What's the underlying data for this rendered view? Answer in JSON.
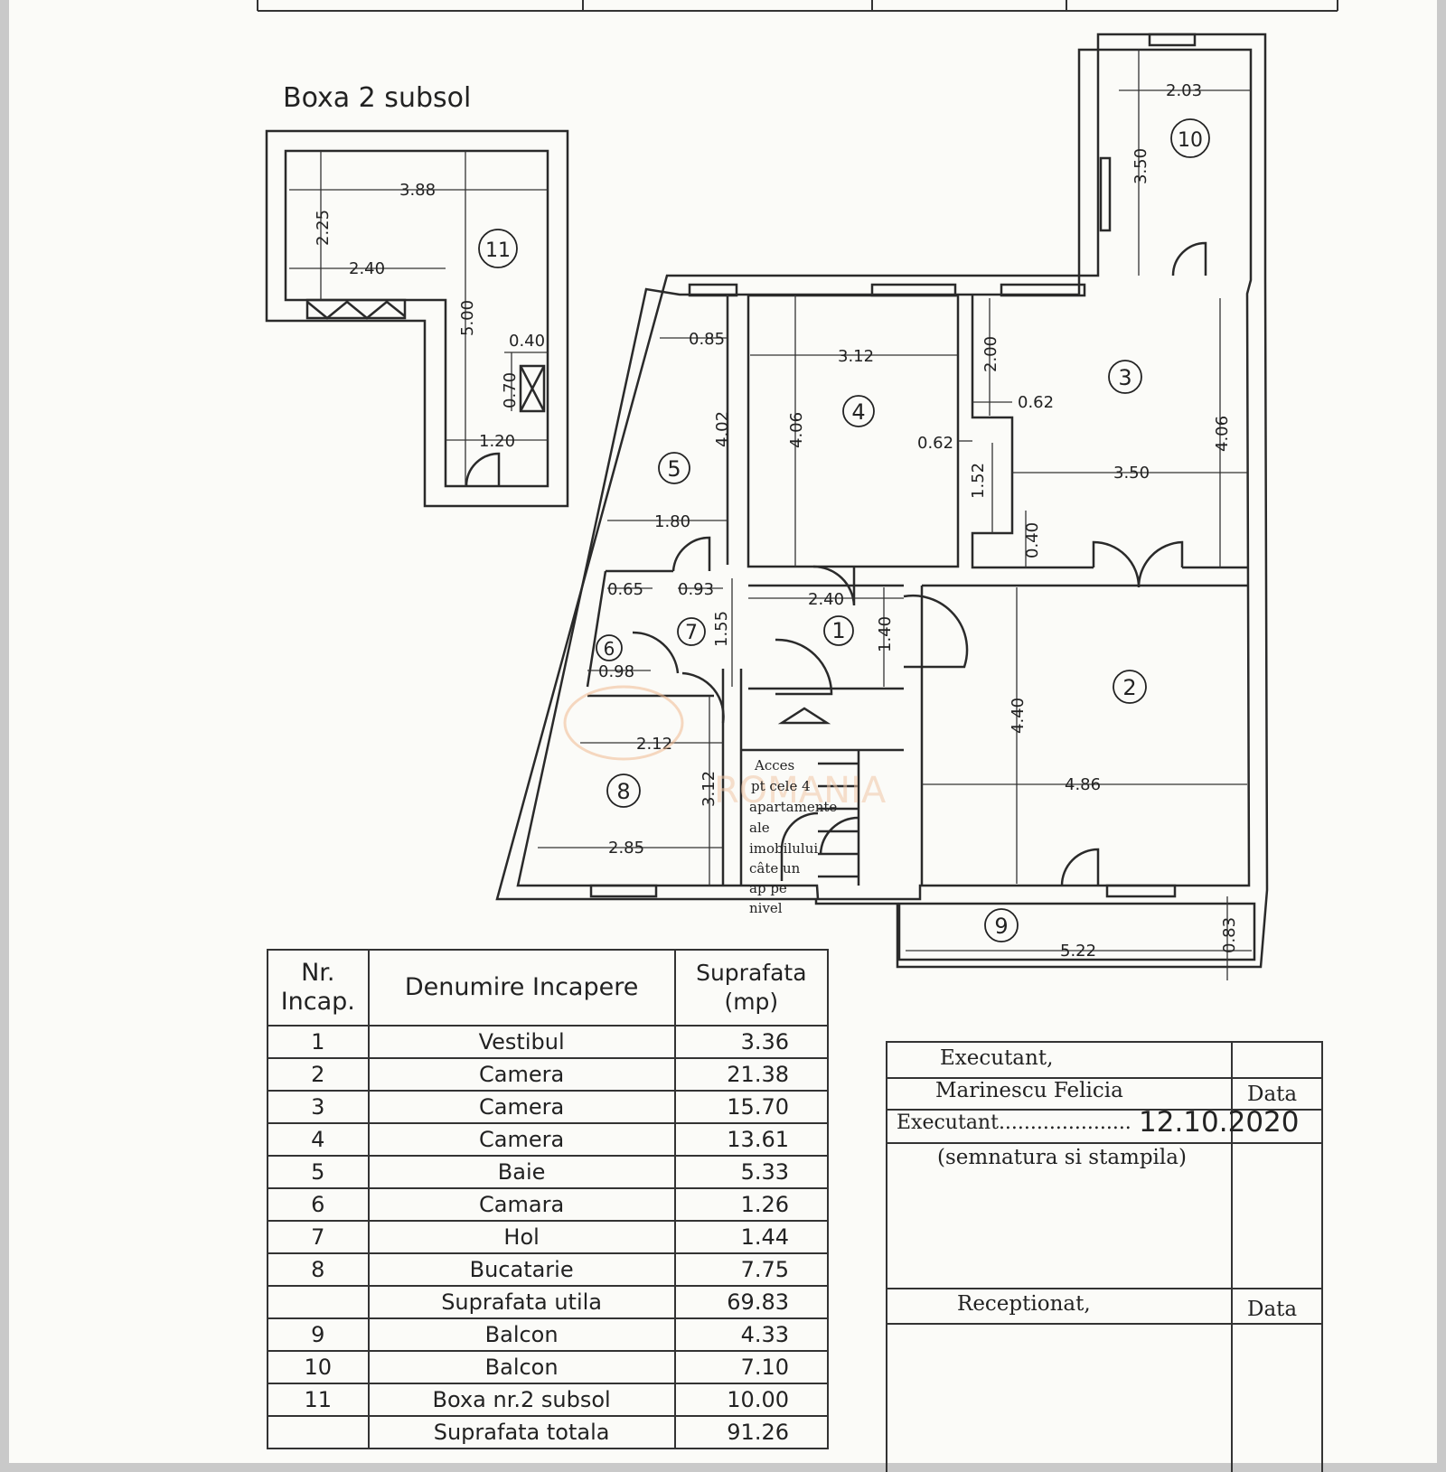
{
  "plan": {
    "storage_title": "Boxa 2 subsol",
    "room_markers": [
      "1",
      "2",
      "3",
      "4",
      "5",
      "6",
      "7",
      "8",
      "9",
      "10",
      "11"
    ],
    "dims": {
      "d203": "2.03",
      "d350a": "3.50",
      "d388": "3.88",
      "d225": "2.25",
      "d240a": "2.40",
      "d500": "5.00",
      "d040a": "0.40",
      "d070": "0.70",
      "d120": "1.20",
      "d085": "0.85",
      "d312a": "3.12",
      "d200": "2.00",
      "d062a": "0.62",
      "d402": "4.02",
      "d406a": "4.06",
      "d062b": "0.62",
      "d350b": "3.50",
      "d406b": "4.06",
      "d152": "1.52",
      "d180": "1.80",
      "d040b": "0.40",
      "d065": "0.65",
      "d093": "0.93",
      "d240b": "2.40",
      "d155": "1.55",
      "d140": "1.40",
      "d098": "0.98",
      "d212": "2.12",
      "d312b": "3.12",
      "d440": "4.40",
      "d486": "4.86",
      "d285": "2.85",
      "d522": "5.22",
      "d083": "0.83"
    },
    "access_note": [
      "Acces",
      "pt cele 4",
      "apartamente",
      "ale",
      "imobilului",
      "câte un",
      "ap pe",
      "nivel"
    ],
    "watermark": "ROMANIA"
  },
  "rooms_table": {
    "headers": {
      "nr_1": "Nr.",
      "nr_2": "Incap.",
      "name": "Denumire Incapere",
      "area_1": "Suprafata",
      "area_2": "(mp)"
    },
    "rows": [
      {
        "nr": "1",
        "name": "Vestibul",
        "area": "3.36"
      },
      {
        "nr": "2",
        "name": "Camera",
        "area": "21.38"
      },
      {
        "nr": "3",
        "name": "Camera",
        "area": "15.70"
      },
      {
        "nr": "4",
        "name": "Camera",
        "area": "13.61"
      },
      {
        "nr": "5",
        "name": "Baie",
        "area": "5.33"
      },
      {
        "nr": "6",
        "name": "Camara",
        "area": "1.26"
      },
      {
        "nr": "7",
        "name": "Hol",
        "area": "1.44"
      },
      {
        "nr": "8",
        "name": "Bucatarie",
        "area": "7.75"
      },
      {
        "nr": "",
        "name": "Suprafata utila",
        "area": "69.83"
      },
      {
        "nr": "9",
        "name": "Balcon",
        "area": "4.33"
      },
      {
        "nr": "10",
        "name": "Balcon",
        "area": "7.10"
      },
      {
        "nr": "11",
        "name": "Boxa nr.2 subsol",
        "area": "10.00"
      },
      {
        "nr": "",
        "name": "Suprafata totala",
        "area": "91.26"
      }
    ]
  },
  "signature_box": {
    "executant_label": "Executant,",
    "name": "Marinescu Felicia",
    "data_label_1": "Data",
    "executant_line": "Executant.....................",
    "date": "12.10.2020",
    "semnatura": "(semnatura si stampila)",
    "receptionat": "Receptionat,",
    "data_label_2": "Data"
  },
  "colors": {
    "ink": "#2a2a2a",
    "paper": "#fbfbf8",
    "watermark": "#f1c8a8"
  }
}
